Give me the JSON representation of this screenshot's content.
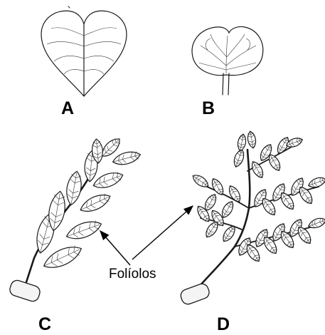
{
  "panels": [
    {
      "id": "A",
      "label": "A"
    },
    {
      "id": "B",
      "label": "B"
    },
    {
      "id": "C",
      "label": "C"
    },
    {
      "id": "D",
      "label": "D"
    }
  ],
  "annotation": {
    "text": "Folíolos"
  }
}
